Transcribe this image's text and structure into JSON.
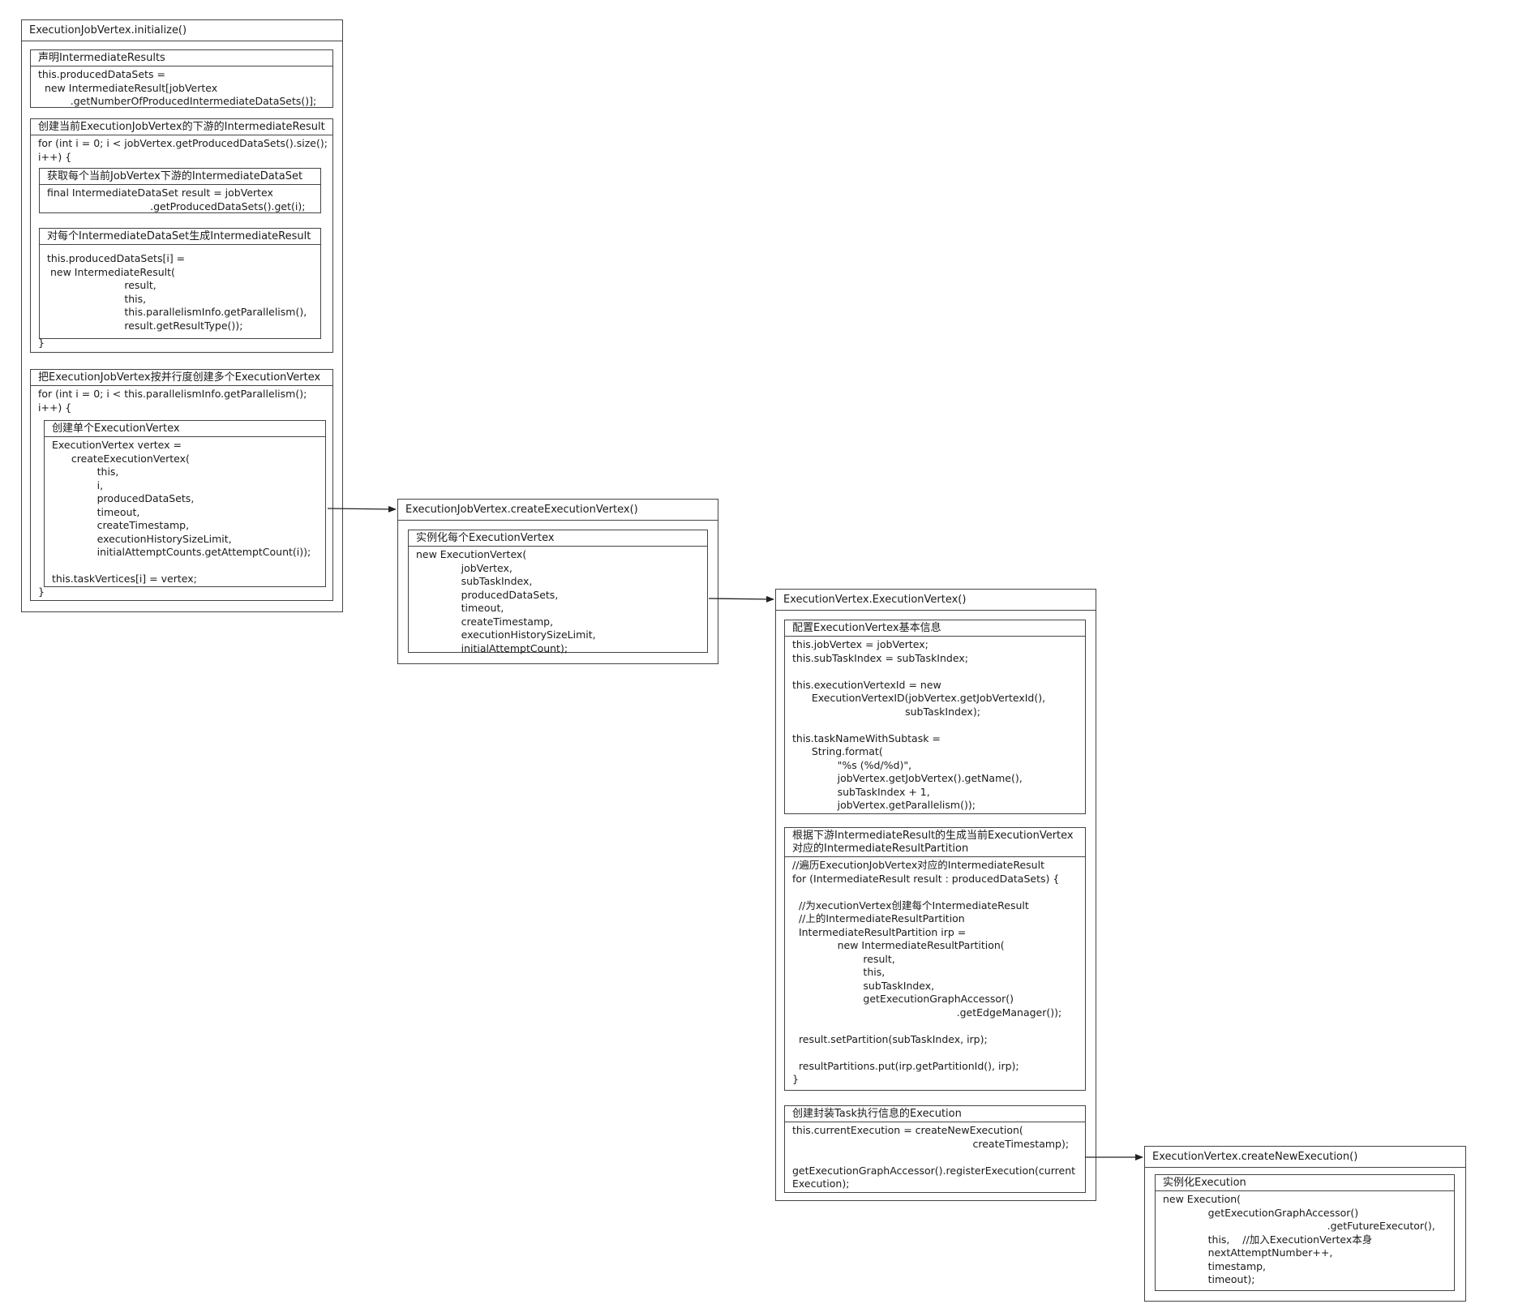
{
  "boxes": {
    "initialize": {
      "title": "ExecutionJobVertex.initialize()",
      "declare": {
        "title": "声明IntermediateResults",
        "code": "this.producedDataSets =\n  new IntermediateResult[jobVertex\n          .getNumberOfProducedIntermediateDataSets()];"
      },
      "create_results": {
        "title": "创建当前ExecutionJobVertex的下游的IntermediateResult",
        "code": "for (int i = 0; i < jobVertex.getProducedDataSets().size();\ni++) {",
        "get_dataset": {
          "title": "获取每个当前JobVertex下游的IntermediateDataSet",
          "code": "final IntermediateDataSet result = jobVertex\n                                .getProducedDataSets().get(i);"
        },
        "gen_result": {
          "title": "对每个IntermediateDataSet生成IntermediateResult",
          "code": "this.producedDataSets[i] =\n new IntermediateResult(\n                        result,\n                        this,\n                        this.parallelismInfo.getParallelism(),\n                        result.getResultType());"
        },
        "closing": "}"
      },
      "create_vertices": {
        "title": "把ExecutionJobVertex按并行度创建多个ExecutionVertex",
        "code": "for (int i = 0; i < this.parallelismInfo.getParallelism();\ni++) {",
        "single": {
          "title": "创建单个ExecutionVertex",
          "code": "ExecutionVertex vertex =\n      createExecutionVertex(\n              this,\n              i,\n              producedDataSets,\n              timeout,\n              createTimestamp,\n              executionHistorySizeLimit,\n              initialAttemptCounts.getAttemptCount(i));\n\nthis.taskVertices[i] = vertex;"
        },
        "closing": "}"
      }
    },
    "create_execution_vertex": {
      "title": "ExecutionJobVertex.createExecutionVertex()",
      "inst": {
        "title": "实例化每个ExecutionVertex",
        "code": "new ExecutionVertex(\n              jobVertex,\n              subTaskIndex,\n              producedDataSets,\n              timeout,\n              createTimestamp,\n              executionHistorySizeLimit,\n              initialAttemptCount);"
      }
    },
    "execution_vertex": {
      "title": "ExecutionVertex.ExecutionVertex()",
      "basic": {
        "title": "配置ExecutionVertex基本信息",
        "code": "this.jobVertex = jobVertex;\nthis.subTaskIndex = subTaskIndex;\n\nthis.executionVertexId = new\n      ExecutionVertexID(jobVertex.getJobVertexId(),\n                                   subTaskIndex);\n\nthis.taskNameWithSubtask =\n      String.format(\n              \"%s (%d/%d)\",\n              jobVertex.getJobVertex().getName(),\n              subTaskIndex + 1,\n              jobVertex.getParallelism());"
      },
      "partitions": {
        "title": "根据下游IntermediateResult的生成当前ExecutionVertex对应的IntermediateResultPartition",
        "code": "//遍历ExecutionJobVertex对应的IntermediateResult\nfor (IntermediateResult result : producedDataSets) {\n\n  //为xecutionVertex创建每个IntermediateResult\n  //上的IntermediateResultPartition\n  IntermediateResultPartition irp =\n              new IntermediateResultPartition(\n                      result,\n                      this,\n                      subTaskIndex,\n                      getExecutionGraphAccessor()\n                                                   .getEdgeManager());\n\n  result.setPartition(subTaskIndex, irp);\n\n  resultPartitions.put(irp.getPartitionId(), irp);\n}"
      },
      "execution": {
        "title": "创建封装Task执行信息的Execution",
        "code": "this.currentExecution = createNewExecution(\n                                                        createTimestamp);\n\ngetExecutionGraphAccessor().registerExecution(current\nExecution);"
      }
    },
    "create_new_execution": {
      "title": "ExecutionVertex.createNewExecution()",
      "inst": {
        "title": "实例化Execution",
        "code": "new Execution(\n              getExecutionGraphAccessor()\n                                                   .getFutureExecutor(),\n              this,    //加入ExecutionVertex本身\n              nextAttemptNumber++,\n              timestamp,\n              timeout);"
      }
    }
  }
}
